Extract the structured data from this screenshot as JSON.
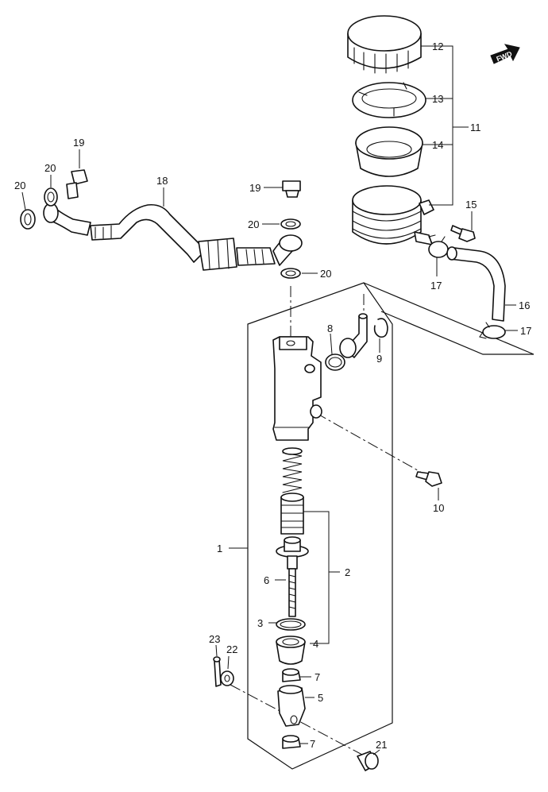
{
  "fwd_label": "FWD",
  "callouts": {
    "c1": "1",
    "c2": "2",
    "c3": "3",
    "c4": "4",
    "c5": "5",
    "c6": "6",
    "c7a": "7",
    "c7b": "7",
    "c8": "8",
    "c9": "9",
    "c10": "10",
    "c11": "11",
    "c12": "12",
    "c13": "13",
    "c14": "14",
    "c15": "15",
    "c16": "16",
    "c17a": "17",
    "c17b": "17",
    "c18": "18",
    "c19a": "19",
    "c19b": "19",
    "c20a": "20",
    "c20b": "20",
    "c20c": "20",
    "c20d": "20",
    "c21": "21",
    "c22": "22",
    "c23": "23"
  }
}
